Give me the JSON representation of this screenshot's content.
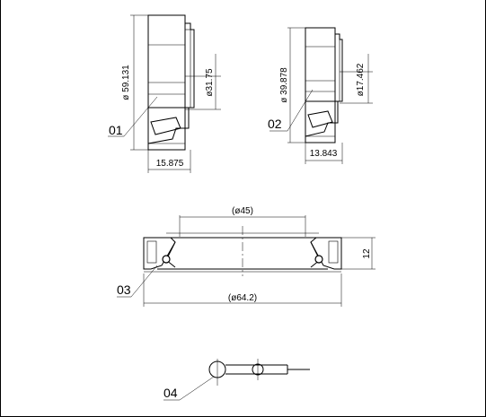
{
  "parts": [
    {
      "label": "01",
      "dimensions": {
        "outer_diameter": "ø 59.131",
        "inner_diameter": "ø31.75",
        "width": "15.875"
      }
    },
    {
      "label": "02",
      "dimensions": {
        "outer_diameter": "ø 39.878",
        "inner_diameter": "ø17.462",
        "width": "13.843"
      }
    },
    {
      "label": "03",
      "dimensions": {
        "inner_diameter": "(ø45)",
        "outer_diameter": "(ø64.2)",
        "height": "12"
      }
    },
    {
      "label": "04"
    }
  ]
}
